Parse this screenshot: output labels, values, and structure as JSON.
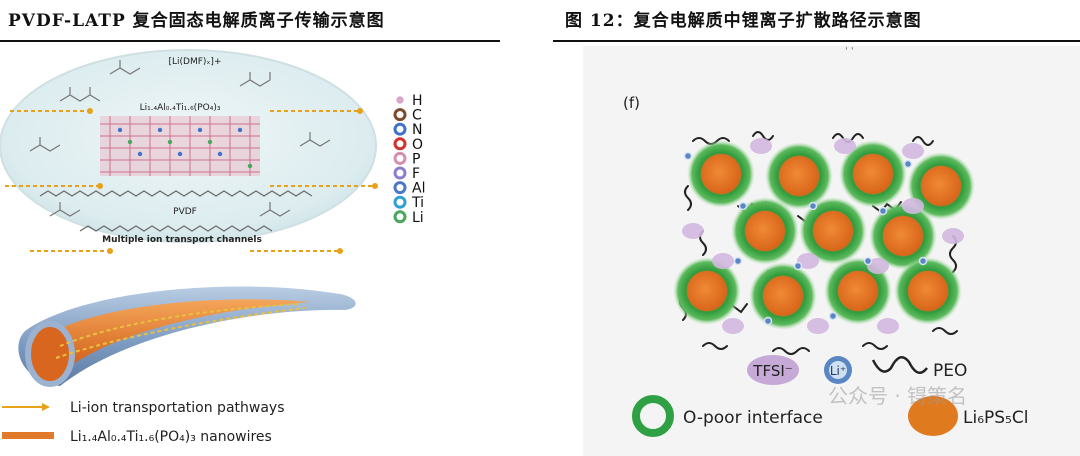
{
  "left_figure": {
    "caption": "PVDF-LATP 复合固态电解质离子传输示意图",
    "top_label": "[Li(DMF)ₓ]+",
    "latp_label": "Li₁.₄Al₀.₄Ti₁.₆(PO₄)₃",
    "pvdf_label": "PVDF",
    "channels_label": "Multiple ion transport channels",
    "atoms": [
      {
        "symbol": "H",
        "color": "#d9a8c8"
      },
      {
        "symbol": "C",
        "color": "#7a4a2c"
      },
      {
        "symbol": "N",
        "color": "#3f71c9"
      },
      {
        "symbol": "O",
        "color": "#d0332f"
      },
      {
        "symbol": "P",
        "color": "#d48fb0"
      },
      {
        "symbol": "F",
        "color": "#8a7fcf"
      },
      {
        "symbol": "Al",
        "color": "#4d78c8"
      },
      {
        "symbol": "Ti",
        "color": "#2f9fd4"
      },
      {
        "symbol": "Li",
        "color": "#4aa65a"
      }
    ],
    "legend": [
      {
        "text": "Li-ion transportation pathways",
        "color": "#e8a21a"
      },
      {
        "text": "Li₁.₄Al₀.₄Ti₁.₆(PO₄)₃ nanowires",
        "color": "#e07a2a"
      }
    ]
  },
  "right_figure": {
    "caption": "图 12：复合电解质中锂离子扩散路径示意图",
    "panel_label": "(f)",
    "legend": {
      "tfsi": "TFSI⁻",
      "li": "Li⁺",
      "peo": "PEO",
      "interface": "O-poor interface",
      "lps": "Li₆PS₅Cl"
    },
    "watermark": "公众号 · 锝策名"
  },
  "colors": {
    "latp_orange": "#e8781f",
    "shell_green": "#3da44a",
    "tfsi_purple": "#c6a9d6",
    "li_blue": "#5b86c4",
    "tube_blue": "#8fa8c8"
  }
}
